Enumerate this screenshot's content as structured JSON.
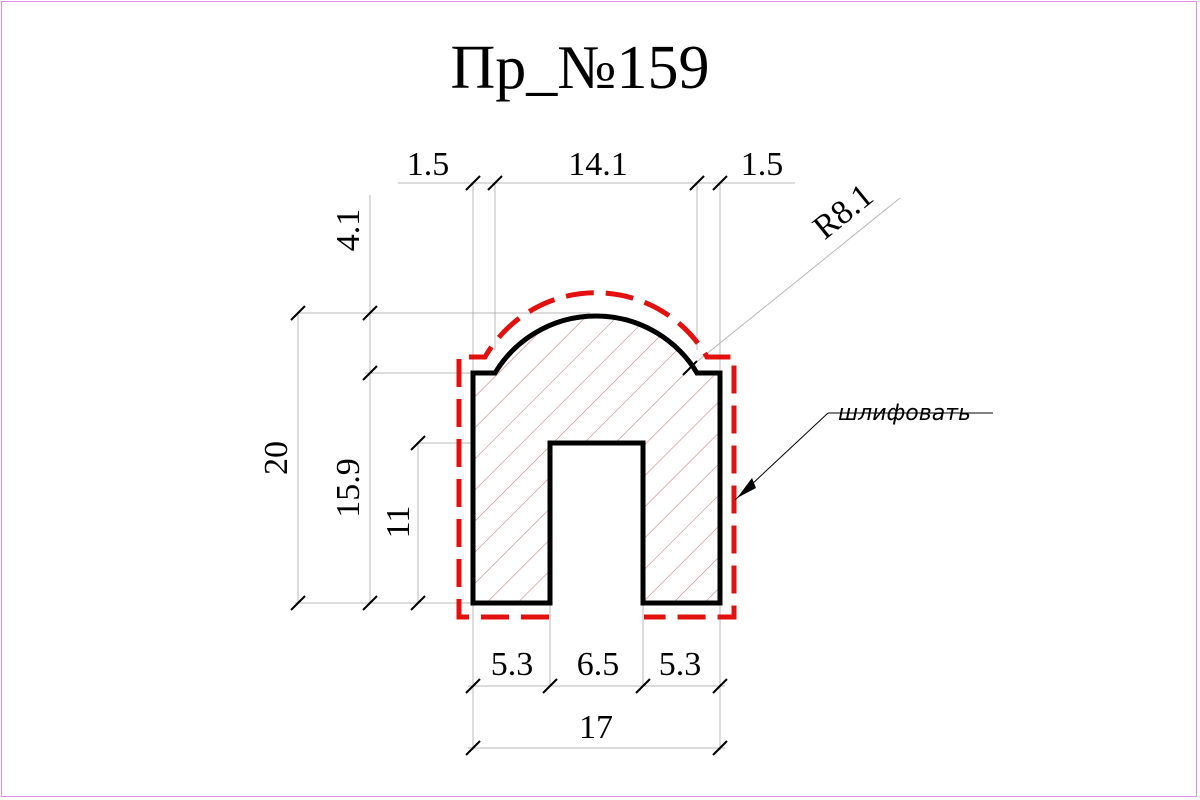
{
  "title": "Пр_№159",
  "dimensions": {
    "top_left_offset": "1.5",
    "top_width": "14.1",
    "top_right_offset": "1.5",
    "radius": "R8.1",
    "cap_height": "4.1",
    "total_height": "20",
    "shoulder_height": "15.9",
    "slot_height": "11",
    "bottom_left": "5.3",
    "slot_width": "6.5",
    "bottom_right": "5.3",
    "total_width": "17"
  },
  "annotation": {
    "text": "шлифовать"
  },
  "colors": {
    "outline": "#000000",
    "grind_line": "#e31010",
    "hatch": "#d98080",
    "frame": "#e38ee0"
  }
}
